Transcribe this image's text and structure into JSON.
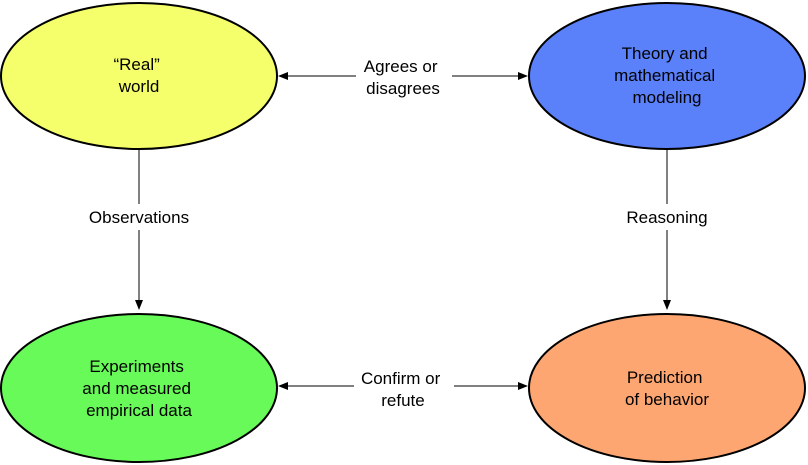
{
  "nodes": {
    "real_world": {
      "lines": [
        "“Real”",
        "world"
      ],
      "color": "#F5FF6B"
    },
    "theory": {
      "lines": [
        "Theory and",
        "mathematical",
        "modeling"
      ],
      "color": "#5A80FA"
    },
    "experiments": {
      "lines": [
        "Experiments",
        "and measured",
        "empirical data"
      ],
      "color": "#67FA58"
    },
    "prediction": {
      "lines": [
        "Prediction",
        "of behavior"
      ],
      "color": "#FEA672"
    }
  },
  "edges": {
    "agrees": {
      "lines": [
        "Agrees or",
        "disagrees"
      ]
    },
    "observations": {
      "lines": [
        "Observations"
      ]
    },
    "reasoning": {
      "lines": [
        "Reasoning"
      ]
    },
    "confirm": {
      "lines": [
        "Confirm or",
        "refute"
      ]
    }
  }
}
